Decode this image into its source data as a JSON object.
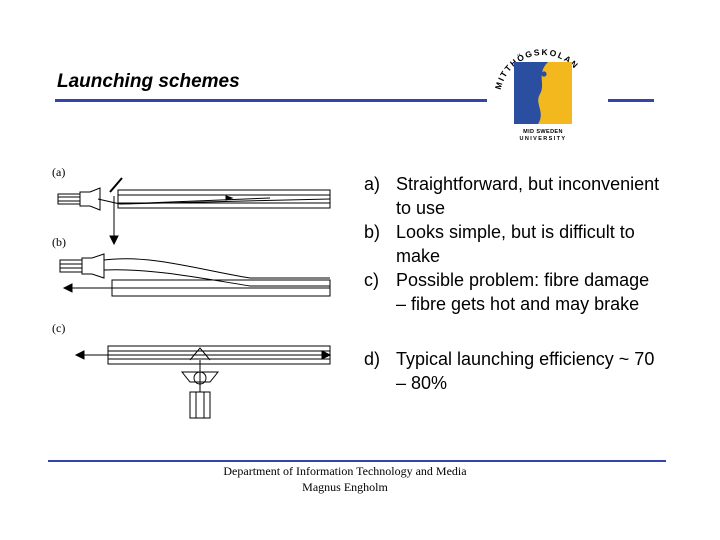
{
  "header": {
    "title": "Launching schemes"
  },
  "logo": {
    "arc_text": "MITTHÖGSKOLAN",
    "line1": "MID SWEDEN",
    "line2": "UNIVERSITY",
    "colors": {
      "blue": "#2b4fa0",
      "yellow": "#f2b81e"
    }
  },
  "figure": {
    "labels": [
      "(a)",
      "(b)",
      "(c)"
    ]
  },
  "bullets": [
    {
      "marker": "a)",
      "text": "Straightforward, but inconvenient  to use"
    },
    {
      "marker": "b)",
      "text": "Looks simple, but is difficult to make"
    },
    {
      "marker": "c)",
      "text": "Possible problem: fibre damage – fibre gets hot and may brake"
    },
    {
      "marker": "d)",
      "text": "Typical launching efficiency ~ 70 – 80%"
    }
  ],
  "footer": {
    "line1": "Department of Information Technology and Media",
    "line2": "Magnus Engholm"
  }
}
